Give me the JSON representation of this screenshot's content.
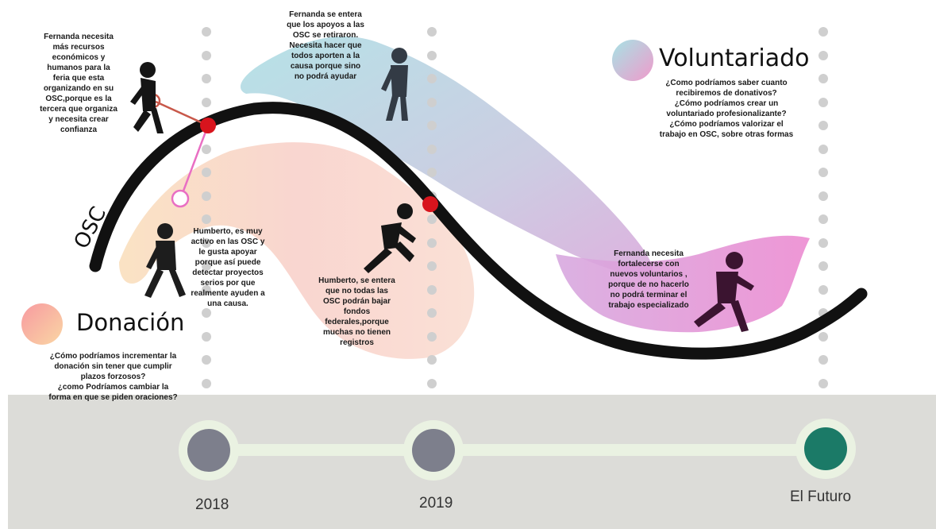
{
  "colors": {
    "curve": "#111111",
    "timeline_band": "#dcdcd8",
    "past_node": "#7d7f8c",
    "future_node": "#1b7a67",
    "node_ring": "#eaf2e2",
    "marker": "#d8141d",
    "dots": "#cfcfcf",
    "pink_connector": "#e96fc3",
    "red_connector": "#c8584a"
  },
  "curve_label": "OSC",
  "sections": {
    "donacion": {
      "title": "Donación",
      "questions": [
        "¿Cómo podríamos incrementar la",
        "donación sin tener que cumplir",
        "plazos forzosos?",
        "¿como Podríamos cambiar la",
        "forma en que se piden oraciones?"
      ]
    },
    "voluntariado": {
      "title": "Voluntariado",
      "questions": [
        [
          "¿Como podríamos saber cuanto",
          "recibiremos de donativos?"
        ],
        [
          "¿Cómo podríamos crear un",
          "voluntariado profesionalizante?"
        ],
        [
          "¿Cómo podríamos valorizar el",
          "trabajo en OSC, sobre otras formas"
        ]
      ]
    }
  },
  "notes": {
    "fernanda_feria": [
      "Fernanda necesita",
      "más recursos",
      "económicos y",
      "humanos para la",
      "feria que esta",
      "organizando en su",
      "OSC,porque es la",
      "tercera que organiza",
      "y necesita crear",
      "confianza"
    ],
    "fernanda_apoyos": [
      "Fernanda se entera",
      "que los apoyos a las",
      "OSC se retiraron.",
      "Necesita hacer que",
      "todos aporten a la",
      "causa porque sino",
      "no podrá ayudar"
    ],
    "humberto_activo": [
      "Humberto, es muy",
      "activo en las OSC y",
      "le gusta apoyar",
      "porque así puede",
      "detectar proyectos",
      "serios por que",
      "realmente ayuden a",
      "una causa."
    ],
    "humberto_fondos": [
      "Humberto, se entera",
      "que no todas las",
      "OSC podrán bajar",
      "fondos",
      "federales,porque",
      "muchas no tienen",
      "registros"
    ],
    "fernanda_fortalecer": [
      "Fernanda necesita",
      "fortalecerse con",
      "nuevos voluntarios ,",
      "porque de no hacerlo",
      "no podrá terminar el",
      "trabajo especializado"
    ]
  },
  "timeline": [
    {
      "label": "2018",
      "status": "past"
    },
    {
      "label": "2019",
      "status": "past"
    },
    {
      "label": "El Futuro",
      "status": "future"
    }
  ]
}
